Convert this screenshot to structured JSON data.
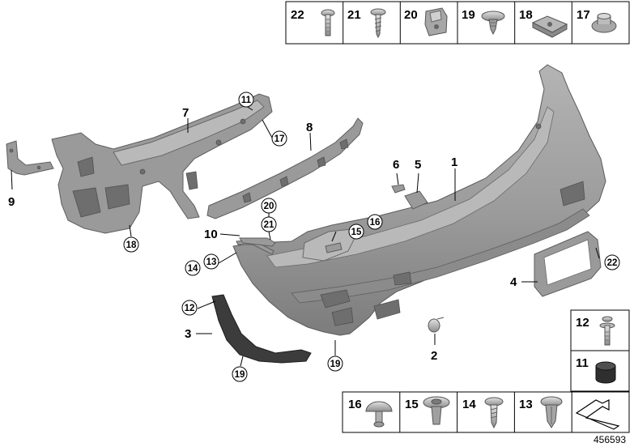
{
  "diagram": {
    "reference_number": "456593",
    "callouts": [
      {
        "id": "c1",
        "label": "1",
        "circled": false
      },
      {
        "id": "c2",
        "label": "2",
        "circled": false
      },
      {
        "id": "c3",
        "label": "3",
        "circled": false
      },
      {
        "id": "c4",
        "label": "4",
        "circled": false
      },
      {
        "id": "c5",
        "label": "5",
        "circled": false
      },
      {
        "id": "c6",
        "label": "6",
        "circled": false
      },
      {
        "id": "c7",
        "label": "7",
        "circled": false
      },
      {
        "id": "c8",
        "label": "8",
        "circled": false
      },
      {
        "id": "c9",
        "label": "9",
        "circled": false
      },
      {
        "id": "c10",
        "label": "10",
        "circled": false
      },
      {
        "id": "c11",
        "label": "11",
        "circled": true
      },
      {
        "id": "c17",
        "label": "17",
        "circled": true
      },
      {
        "id": "c18",
        "label": "18",
        "circled": true
      },
      {
        "id": "c20",
        "label": "20",
        "circled": true
      },
      {
        "id": "c21",
        "label": "21",
        "circled": true
      },
      {
        "id": "c15",
        "label": "15",
        "circled": true
      },
      {
        "id": "c16",
        "label": "16",
        "circled": true
      },
      {
        "id": "c14",
        "label": "14",
        "circled": true
      },
      {
        "id": "c13",
        "label": "13",
        "circled": true
      },
      {
        "id": "c12",
        "label": "12",
        "circled": true
      },
      {
        "id": "c19a",
        "label": "19",
        "circled": true
      },
      {
        "id": "c19b",
        "label": "19",
        "circled": true
      },
      {
        "id": "c22",
        "label": "22",
        "circled": true
      }
    ],
    "fastener_strip_top": [
      {
        "label": "22",
        "icon": "screw-icon"
      },
      {
        "label": "21",
        "icon": "screw-icon"
      },
      {
        "label": "20",
        "icon": "clip-nut-icon"
      },
      {
        "label": "19",
        "icon": "expanding-rivet-icon"
      },
      {
        "label": "18",
        "icon": "spring-nut-icon"
      },
      {
        "label": "17",
        "icon": "washer-nut-icon"
      }
    ],
    "side_cells": [
      {
        "label": "12",
        "icon": "bolt-icon"
      },
      {
        "label": "11",
        "icon": "rubber-buffer-icon"
      }
    ],
    "fastener_strip_bottom": [
      {
        "label": "16",
        "icon": "mushroom-clip-icon"
      },
      {
        "label": "15",
        "icon": "push-rivet-icon"
      },
      {
        "label": "14",
        "icon": "screw-icon"
      },
      {
        "label": "13",
        "icon": "spreader-rivet-icon"
      },
      {
        "label": "",
        "icon": "return-arrow-icon"
      }
    ]
  }
}
